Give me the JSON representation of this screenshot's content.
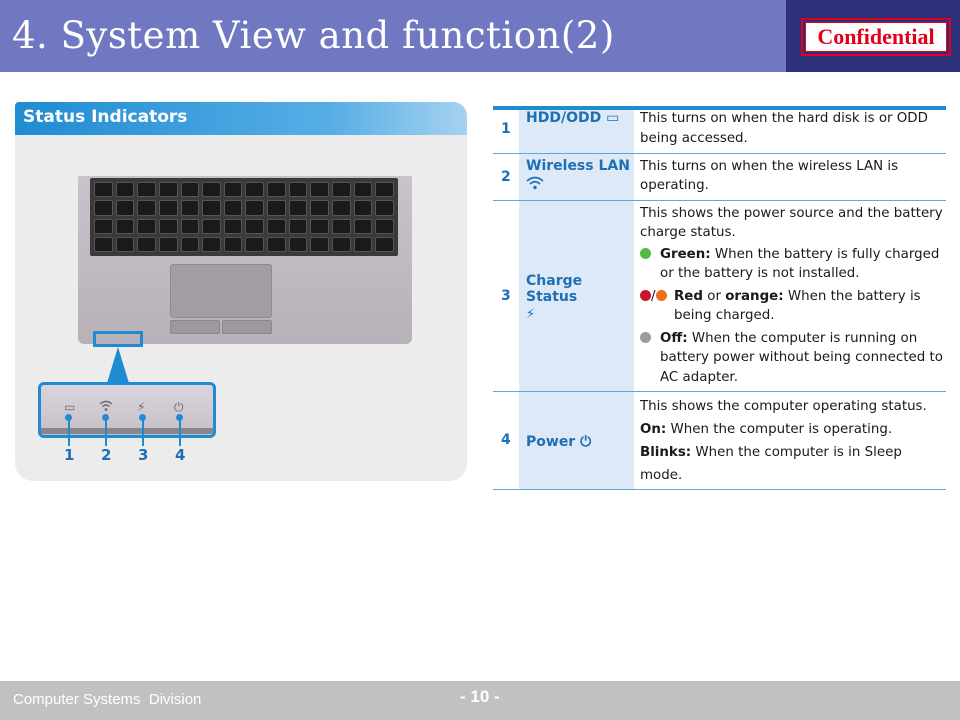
{
  "header": {
    "title": "4. System View and function(2)",
    "confidential": "Confidential"
  },
  "panel": {
    "title": "Status Indicators",
    "callouts": [
      "1",
      "2",
      "3",
      "4"
    ],
    "icons": [
      "hdd-icon",
      "wireless-icon",
      "charge-icon",
      "power-icon"
    ]
  },
  "table": {
    "rows": [
      {
        "num": "1",
        "name": "HDD/ODD",
        "icon": "▭",
        "desc": "This turns on when the hard disk is or ODD being accessed."
      },
      {
        "num": "2",
        "name": "Wireless LAN",
        "icon": "◠",
        "desc": "This turns on when the wireless LAN is operating."
      },
      {
        "num": "3",
        "name": "Charge Status",
        "icon": "⚡",
        "desc": "This shows the power source and the battery charge status.",
        "bullets": [
          {
            "label": "Green:",
            "text": "When the battery is fully charged or the battery is not installed."
          },
          {
            "label_a": "Red",
            "mid": "or",
            "label_b": "orange:",
            "text": "When the battery is being charged."
          },
          {
            "label": "Off:",
            "text": "When the computer is running on battery power without being connected to AC adapter."
          }
        ]
      },
      {
        "num": "4",
        "name": "Power",
        "icon": "⏻",
        "desc": "This shows the computer operating status.",
        "on_label": "On:",
        "on_text": "When the computer is operating.",
        "blinks_label": "Blinks:",
        "blinks_text": "When the computer is in Sleep mode."
      }
    ]
  },
  "colors": {
    "header_bg": "#7178c2",
    "header_dark": "#2c3179",
    "accent": "#1f8cd2",
    "confidential": "#e0001b",
    "led_green": "#53b945",
    "led_red": "#c7162b",
    "led_orange": "#ec6f1f",
    "led_off": "#9c9c9c"
  },
  "footer": {
    "division": "Computer Systems  Division",
    "page": "- 10 -"
  }
}
